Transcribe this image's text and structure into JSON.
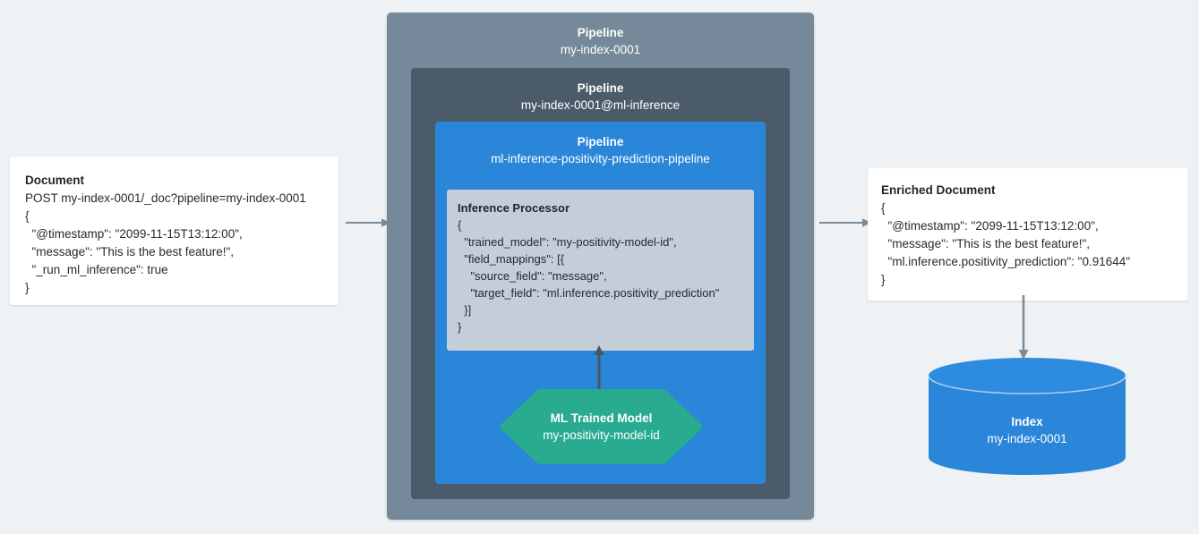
{
  "document_card": {
    "title": "Document",
    "lines": [
      "POST my-index-0001/_doc?pipeline=my-index-0001",
      "{",
      "  \"@timestamp\": \"2099-11-15T13:12:00\",",
      "  \"message\": \"This is the best feature!\",",
      "  \"_run_ml_inference\": true",
      "}"
    ]
  },
  "enriched_card": {
    "title": "Enriched Document",
    "lines": [
      "{",
      "  \"@timestamp\": \"2099-11-15T13:12:00\",",
      "  \"message\": \"This is the best feature!\",",
      "  \"ml.inference.positivity_prediction\": \"0.91644\"",
      "}"
    ]
  },
  "pipeline_outer": {
    "kind": "Pipeline",
    "name": "my-index-0001"
  },
  "pipeline_middle": {
    "kind": "Pipeline",
    "name": "my-index-0001@ml-inference"
  },
  "pipeline_inner": {
    "kind": "Pipeline",
    "name": "ml-inference-positivity-prediction-pipeline"
  },
  "inference_processor": {
    "title": "Inference Processor",
    "lines": [
      "{",
      "  \"trained_model\": \"my-positivity-model-id\",",
      "  \"field_mappings\": [{",
      "    \"source_field\": \"message\",",
      "    \"target_field\": \"ml.inference.positivity_prediction\"",
      "  }]",
      "}"
    ]
  },
  "ml_model": {
    "kind": "ML Trained Model",
    "name": "my-positivity-model-id"
  },
  "index": {
    "kind": "Index",
    "name": "my-index-0001"
  },
  "colors": {
    "background": "#eef2f5",
    "pipeline_outer": "#76899a",
    "pipeline_middle": "#4b5b6a",
    "pipeline_inner": "#2986d8",
    "processor": "#c3ced8",
    "ml_model": "#28ab8e",
    "index": "#2986d8",
    "card": "#ffffff",
    "arrow_horizontal": "#7a8b9a",
    "arrow_vertical": "#4a5561",
    "text_dark": "#232b34",
    "text_light": "#ffffff"
  }
}
